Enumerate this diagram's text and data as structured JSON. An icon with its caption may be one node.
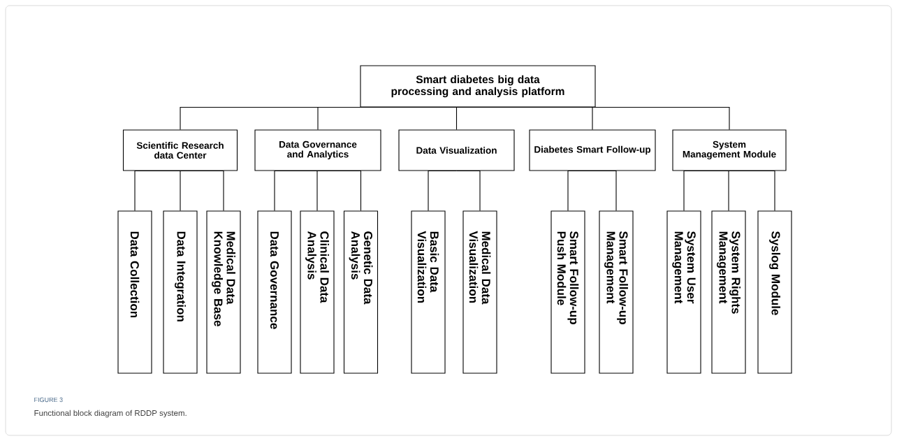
{
  "diagram": {
    "caption": "Functional block diagram of RDDP system.",
    "nodes": [
      {
        "text": [
          "Smart diabetes big data processing and analysis platform"
        ]
      },
      {
        "text": [
          "Scientific Research data Center"
        ]
      },
      {
        "text": [
          "Data Governance and Analytics"
        ]
      },
      {
        "text": [
          "Data Visualization"
        ]
      },
      {
        "text": [
          "Diabetes Smart Follow-up"
        ]
      },
      {
        "text": [
          "System Management Module"
        ]
      },
      {
        "text": [
          "Data Collection"
        ]
      },
      {
        "text": [
          "Data Integration"
        ]
      },
      {
        "text": [
          "Medical Data Knowledge Base"
        ]
      },
      {
        "text": [
          "Data Governance"
        ]
      },
      {
        "text": [
          "Clinical Data Analysis"
        ]
      },
      {
        "text": [
          "Genetic Data Analysis"
        ]
      },
      {
        "text": [
          "Basic Data Visualization"
        ]
      },
      {
        "text": [
          "Medical Data Visualization"
        ]
      },
      {
        "text": [
          "Smart Follow-up Push Module"
        ]
      },
      {
        "text": [
          "Smart Follow-up Management"
        ]
      },
      {
        "text": [
          "System User Management"
        ]
      },
      {
        "text": [
          "System Rights Management"
        ]
      },
      {
        "text": [
          "Syslog Module"
        ]
      }
    ],
    "edges": [
      {
        "from": 0,
        "to": 1,
        "arrow": "none"
      },
      {
        "from": 0,
        "to": 2,
        "arrow": "none"
      },
      {
        "from": 0,
        "to": 3,
        "arrow": "none"
      },
      {
        "from": 0,
        "to": 4,
        "arrow": "none"
      },
      {
        "from": 0,
        "to": 5,
        "arrow": "none"
      },
      {
        "from": 1,
        "to": 6,
        "arrow": "none"
      },
      {
        "from": 1,
        "to": 7,
        "arrow": "none"
      },
      {
        "from": 1,
        "to": 8,
        "arrow": "none"
      },
      {
        "from": 2,
        "to": 9,
        "arrow": "none"
      },
      {
        "from": 2,
        "to": 10,
        "arrow": "none"
      },
      {
        "from": 2,
        "to": 11,
        "arrow": "none"
      },
      {
        "from": 3,
        "to": 12,
        "arrow": "none"
      },
      {
        "from": 3,
        "to": 13,
        "arrow": "none"
      },
      {
        "from": 4,
        "to": 14,
        "arrow": "none"
      },
      {
        "from": 4,
        "to": 15,
        "arrow": "none"
      },
      {
        "from": 5,
        "to": 16,
        "arrow": "none"
      },
      {
        "from": 5,
        "to": 17,
        "arrow": "none"
      },
      {
        "from": 5,
        "to": 18,
        "arrow": "none"
      }
    ],
    "labels": [
      "FIGURE 3"
    ]
  }
}
